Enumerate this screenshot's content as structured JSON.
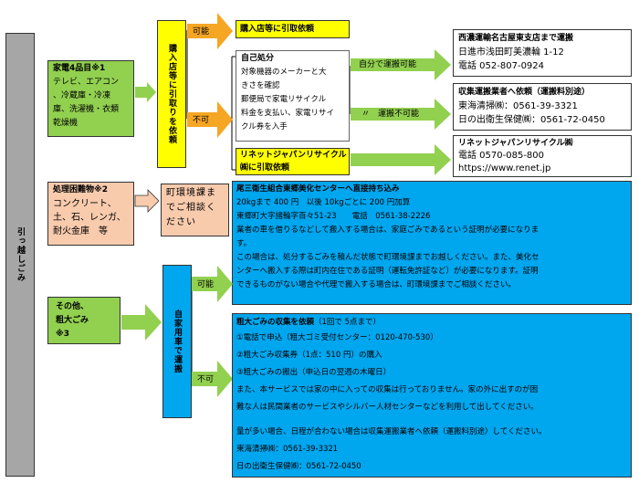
{
  "left_label": "引っ越しごみ",
  "appliances": {
    "title": "家電4品目※1",
    "lines": [
      "テレビ、エアコン",
      "、冷蔵庫・冷凍",
      "庫、洗濯機・衣類",
      "乾燥機"
    ]
  },
  "retailer_pickup": {
    "label": "購入店等に引取りを依頼",
    "yes_label": "可能",
    "no_label": "不可",
    "request": "購入店等に引取依頼"
  },
  "self_disposal": {
    "title": "自己処分",
    "lines": [
      "対象機器のメーカーと大",
      "きさを確認",
      "郵便局で家電リサイクル",
      "料金を支払い、家電リサイ",
      "クル券を入手"
    ],
    "transport_yes": "自分で運搬可能",
    "transport_no": "〃　運搬不可能"
  },
  "renet_request": {
    "lines": [
      "リネットジャパンリサイクル",
      "㈱に引取依頼"
    ]
  },
  "seino": {
    "title": "西濃運輸名古屋東支店まで運搬",
    "address": "日進市浅田町美濃輪 1-12",
    "phone": "電話 052-807-0924"
  },
  "collector": {
    "title": "収集運搬業者へ依頼（運搬料別途）",
    "lines": [
      "東海清掃㈱：0561-39-3321",
      "日の出衛生保健㈱：0561-72-0450"
    ]
  },
  "renet_info": {
    "title": "リネットジャパンリサイクル㈱",
    "phone": "電話 0570-085-800",
    "url": "https://www.renet.jp"
  },
  "difficult": {
    "title": "処理困難物※2",
    "lines": [
      "コンクリート、",
      "土、石、レンガ、",
      "耐火金庫　等"
    ]
  },
  "consult": {
    "lines": [
      "町環境課ま",
      "でご相談く",
      "ださい"
    ]
  },
  "center": {
    "lines": [
      "尾三衛生組合東郷美化センターへ直接持ち込み",
      "20kgまで 400 円　以後 10kgごとに 200 円加算",
      "東郷町大字諸輪字百々51-23　　電話　0561-38-2226",
      "業者の車を借りるなどして搬入する場合は、家庭ごみであるという証明が必要になりま",
      "す。",
      "この場合は、処分するごみを積んだ状態で町環境課までお越しください。また、美化セ",
      "ンターへ搬入する際は町内在住である証明（運転免許証など）が必要になります。証明",
      "できるものがない場合や代理で搬入する場合は、町環境課までご相談ください。"
    ]
  },
  "other": {
    "lines": [
      "その他、",
      "粗大ごみ",
      "※3"
    ]
  },
  "own_vehicle": {
    "label": "自家用車で運搬",
    "yes_label": "可能",
    "no_label": "不可"
  },
  "bulky": {
    "title": "粗大ごみの収集を依頼",
    "title_suffix": "（1回で 5点まで）",
    "lines": [
      "①電話で申込（粗大ゴミ受付センター：0120-470-530）",
      "②粗大ごみ収集券（1点：510 円）の購入",
      "③粗大ごみの搬出（申込日の翌週の木曜日）",
      "また、本サービスでは家の中に入っての収集は行っておりません。家の外に出すのが困",
      "難な人は民間業者のサービスやシルバー人材センターなどを利用して出してください。",
      "",
      "量が多い場合、日程が合わない場合は収集運搬業者へ依頼（運搬料別途）してください。",
      "東海清掃㈱：0561-39-3321",
      "日の出衛生保健㈱：0561-72-0450"
    ]
  },
  "colors": {
    "yellow": "#ffff00",
    "blue": "#00a6ee",
    "green": "#92d050",
    "pink": "#f8cbad",
    "gray": "#a6a6a6",
    "arrow_orange": "#f5a623"
  }
}
